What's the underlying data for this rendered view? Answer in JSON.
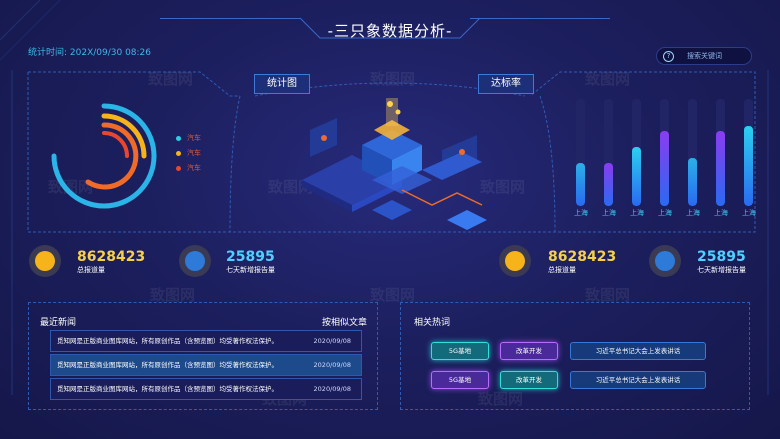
{
  "header": {
    "title": "-三只象数据分析-",
    "stat_time": "统计时间: 202X/09/30  08:26",
    "search_placeholder": "搜索关键词"
  },
  "sections": {
    "stats_label": "统计图",
    "rate_label": "达标率"
  },
  "legend": [
    "汽车",
    "汽车",
    "汽车"
  ],
  "colors": {
    "ring_blue": "#2bb4e8",
    "ring_yellow": "#f6b31a",
    "ring_orange": "#f06a28",
    "ring_red": "#e8472e",
    "value_yellow": "#f6d04a",
    "value_cyan": "#4fd0ff"
  },
  "bars": {
    "levels": [
      0.4,
      0.4,
      0.55,
      0.7,
      0.45,
      0.7,
      0.75
    ],
    "labels": [
      "上海",
      "上海",
      "上海",
      "上海",
      "上海",
      "上海",
      "上海"
    ]
  },
  "stats": [
    {
      "value": "8628423",
      "label": "总报道量",
      "icon": "download-icon"
    },
    {
      "value": "25895",
      "label": "七天新增报告量",
      "icon": "document-icon"
    },
    {
      "value": "8628423",
      "label": "总报道量",
      "icon": "download-icon"
    },
    {
      "value": "25895",
      "label": "七天新增报告量",
      "icon": "document-icon"
    }
  ],
  "news": {
    "title": "最近新闻",
    "similar": "按相似文章",
    "rows": [
      {
        "text": "觅知网是正版商业图库网站，所有原创作品（含预览图）均受著作权法保护。",
        "date": "2020/09/08"
      },
      {
        "text": "觅知网是正版商业图库网站，所有原创作品（含预览图）均受著作权法保护。",
        "date": "2020/09/08"
      },
      {
        "text": "觅知网是正版商业图库网站，所有原创作品（含预览图）均受著作权法保护。",
        "date": "2020/09/08"
      }
    ]
  },
  "hot_words": {
    "title": "相关热词",
    "tags": [
      "5G基地",
      "改革开发",
      "习近平总书记大会上发表讲话",
      "5G基地",
      "改革开发",
      "习近平总书记大会上发表讲话"
    ]
  },
  "watermark": "致图网"
}
